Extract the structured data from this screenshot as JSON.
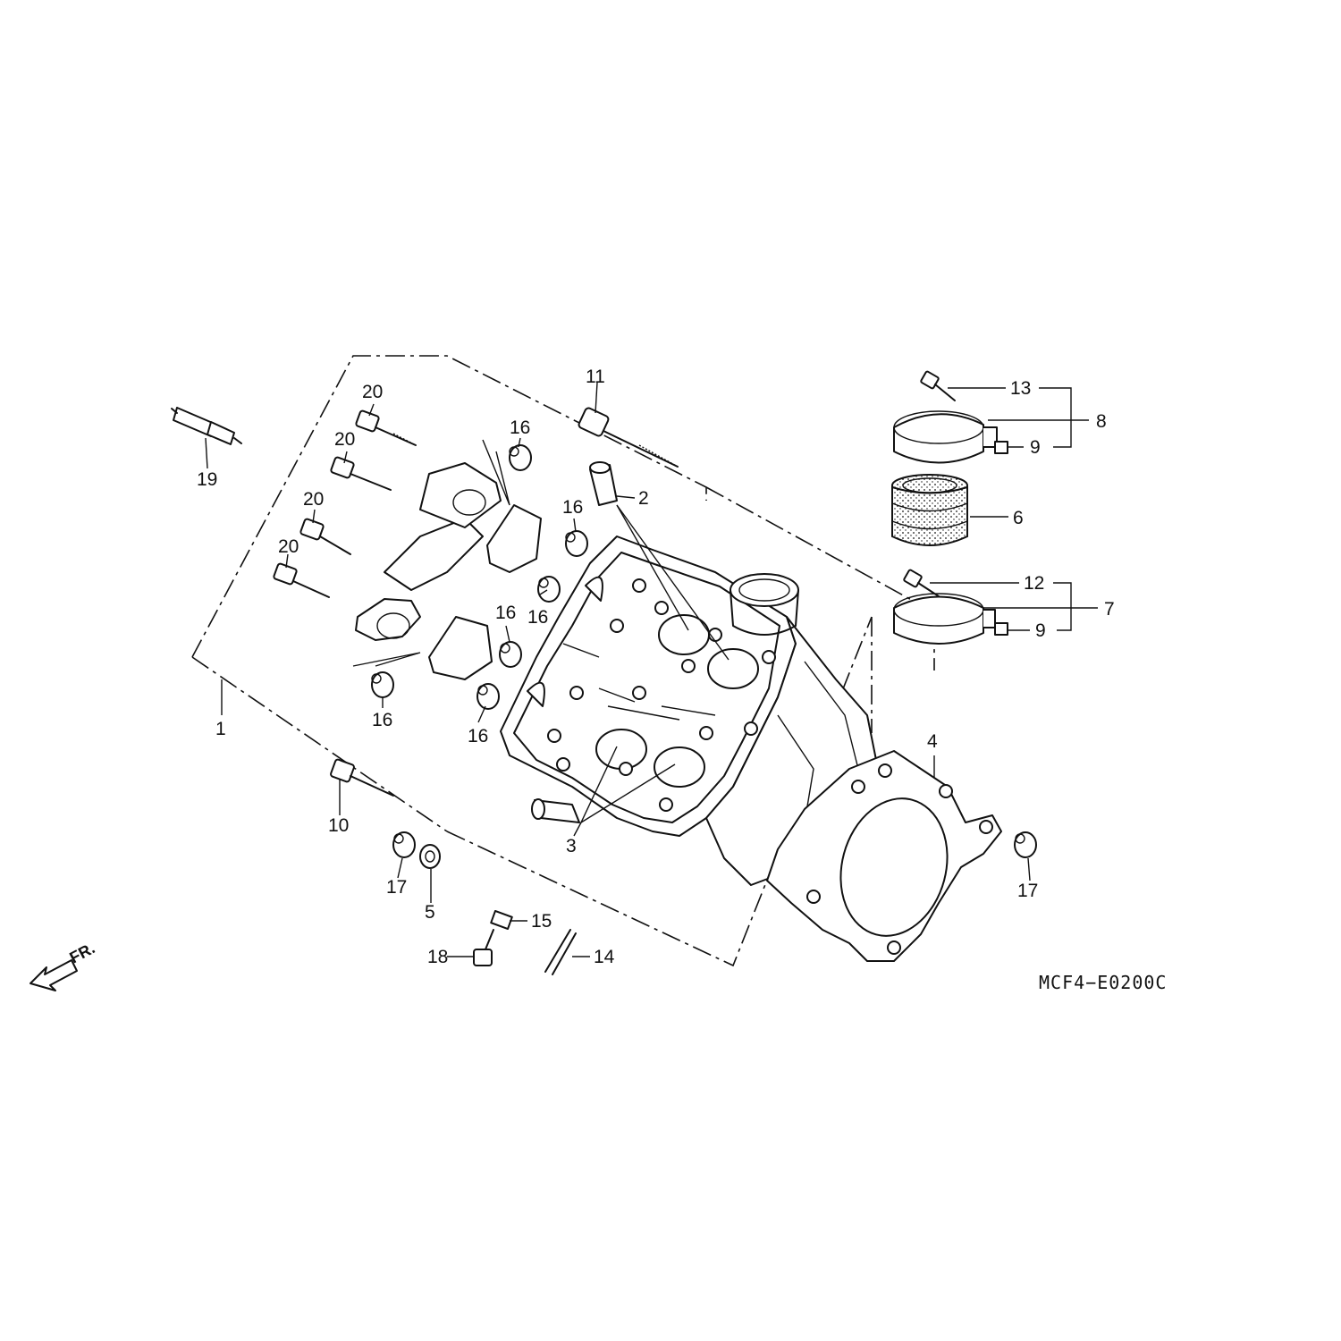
{
  "diagram": {
    "drawing_code": "MCF4−E0200C",
    "direction_label": "FR.",
    "callouts": {
      "c1": "1",
      "c2": "2",
      "c3": "3",
      "c4": "4",
      "c5": "5",
      "c6": "6",
      "c7": "7",
      "c8": "8",
      "c9a": "9",
      "c9b": "9",
      "c10": "10",
      "c11": "11",
      "c12": "12",
      "c13": "13",
      "c14": "14",
      "c15": "15",
      "c16a": "16",
      "c16b": "16",
      "c16c": "16",
      "c16d": "16",
      "c16e": "16",
      "c16f": "16",
      "c17a": "17",
      "c17b": "17",
      "c18": "18",
      "c19": "19",
      "c20a": "20",
      "c20b": "20",
      "c20c": "20",
      "c20d": "20"
    }
  }
}
